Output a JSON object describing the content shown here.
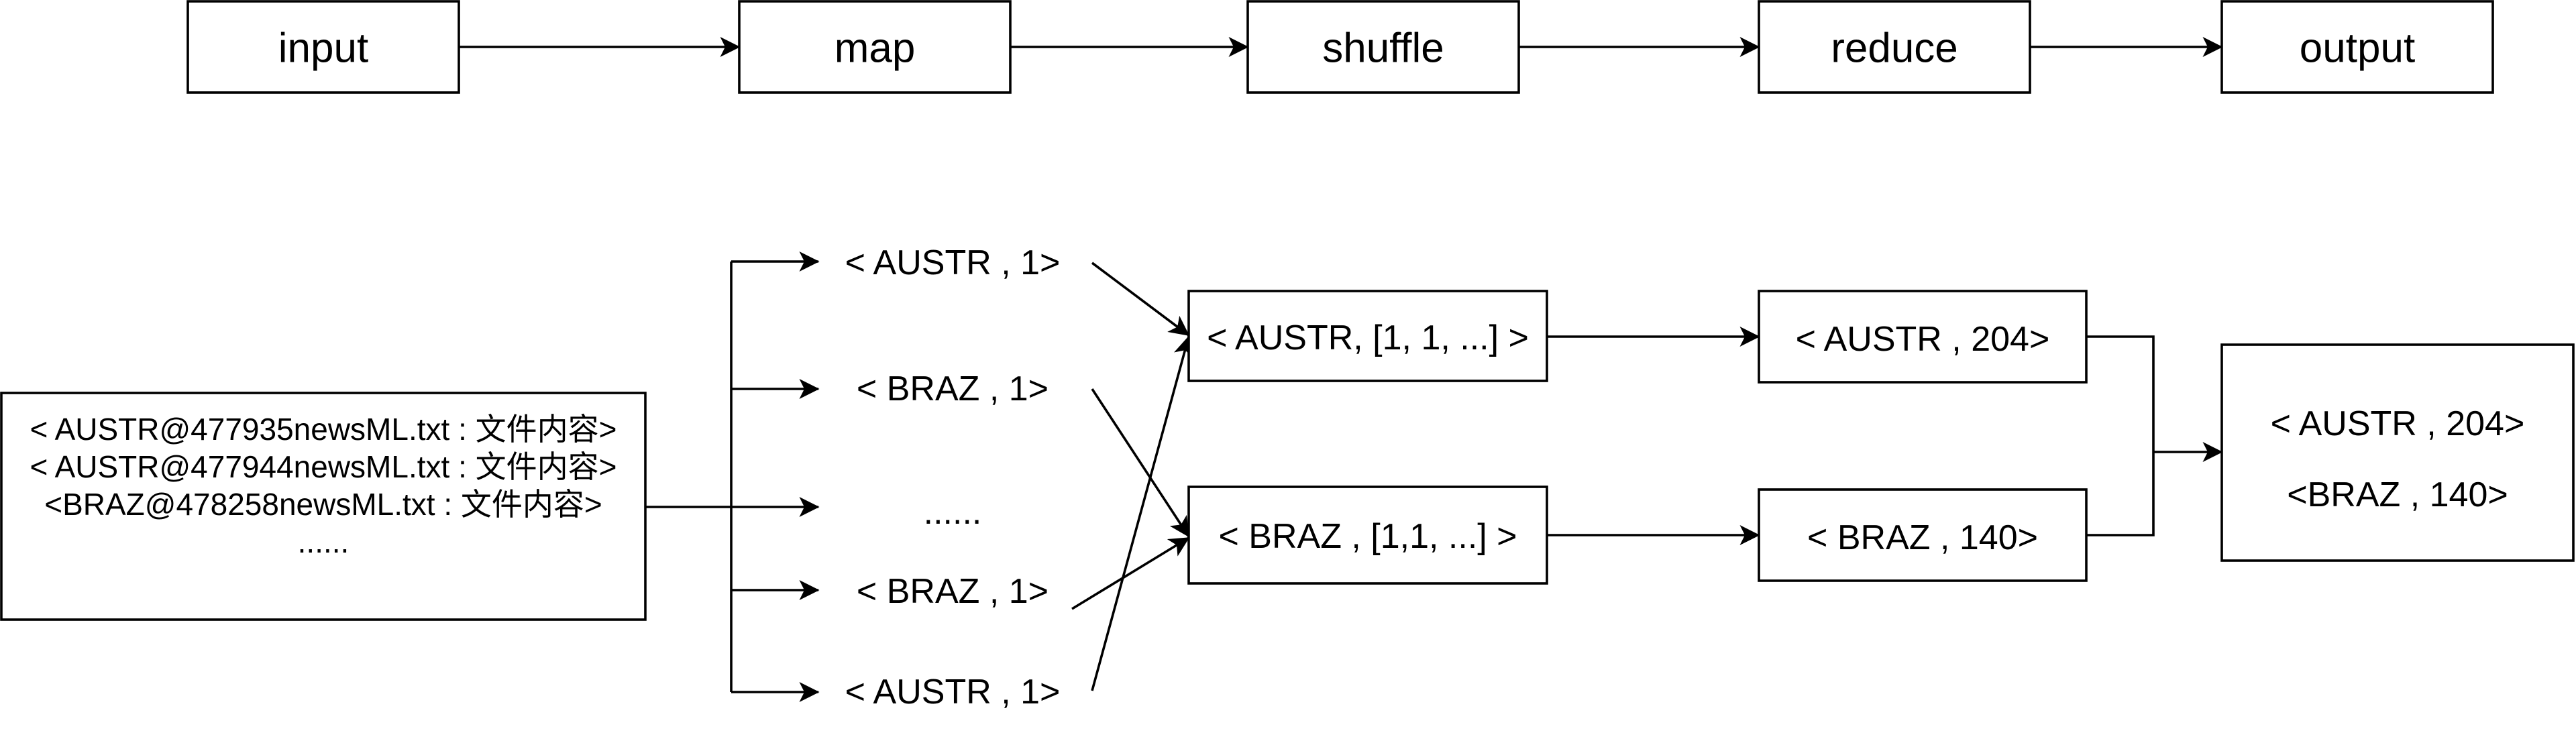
{
  "pipeline": {
    "stages": [
      "input",
      "map",
      "shuffle",
      "reduce",
      "output"
    ]
  },
  "input_box": {
    "lines": [
      "< AUSTR@477935newsML.txt : 文件内容>",
      "< AUSTR@477944newsML.txt : 文件内容>",
      "<BRAZ@478258newsML.txt : 文件内容>",
      "......"
    ]
  },
  "map_outputs": [
    "< AUSTR , 1>",
    "< BRAZ , 1>",
    "......",
    "< BRAZ , 1>",
    "< AUSTR , 1>"
  ],
  "shuffle_outputs": [
    "< AUSTR, [1, 1, ...] >",
    "< BRAZ , [1,1, ...] >"
  ],
  "reduce_outputs": [
    "< AUSTR , 204>",
    "< BRAZ , 140>"
  ],
  "output_box": {
    "lines": [
      "< AUSTR , 204>",
      "<BRAZ , 140>"
    ]
  },
  "colors": {
    "stroke": "#000000",
    "fill": "#ffffff",
    "text": "#000000"
  }
}
